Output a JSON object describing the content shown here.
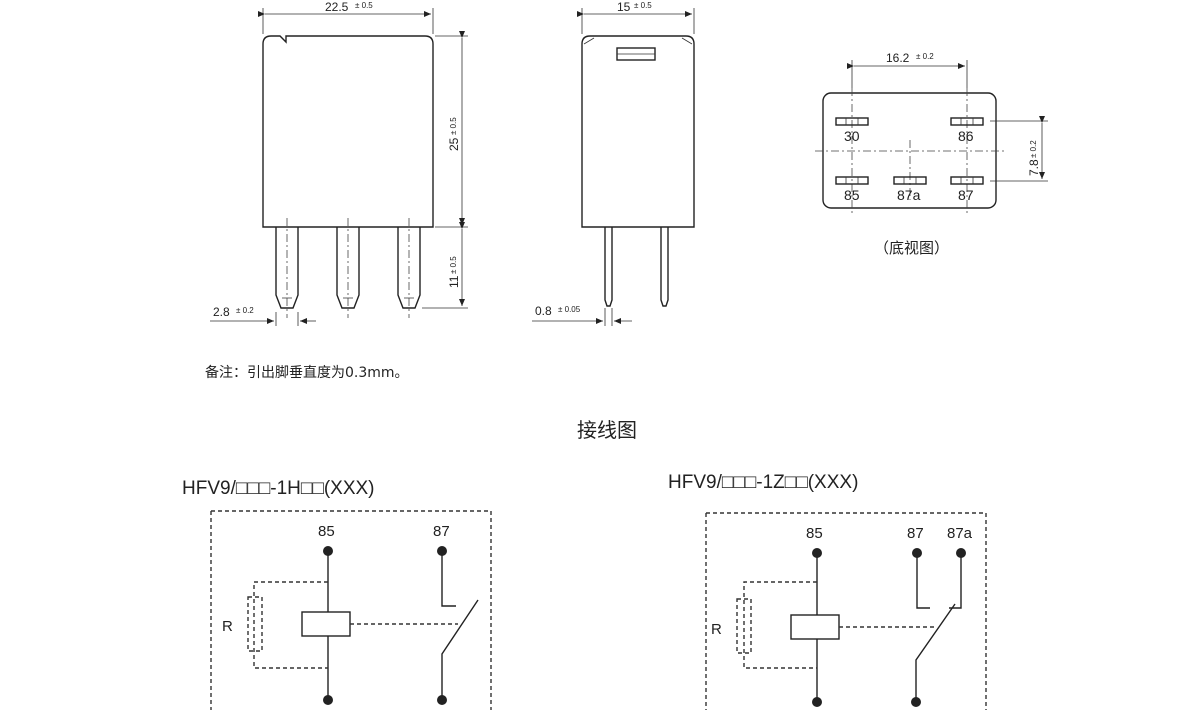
{
  "dimensions": {
    "width": "22.5",
    "width_tol": "± 0.5",
    "depth": "15",
    "depth_tol": "± 0.5",
    "height": "25",
    "height_tol": "± 0.5",
    "pin_length": "11",
    "pin_length_tol": "± 0.5",
    "pin_width": "2.8",
    "pin_width_tol": "± 0.2",
    "pin_thickness": "0.8",
    "pin_thickness_tol": "± 0.05",
    "pin_pitch_x": "16.2",
    "pin_pitch_x_tol": "± 0.2",
    "pin_pitch_y": "7.8",
    "pin_pitch_y_tol": "± 0.2"
  },
  "bottom_view": {
    "pins": [
      "30",
      "86",
      "85",
      "87a",
      "87"
    ],
    "caption": "（底视图）"
  },
  "note": "备注：引出脚垂直度为0.3mm。",
  "wiring_title": "接线图",
  "diagrams": [
    {
      "model": "HFV9/□□□-1H□□(XXX)",
      "terminals": [
        "85",
        "87"
      ],
      "resistor": "R"
    },
    {
      "model": "HFV9/□□□-1Z□□(XXX)",
      "terminals": [
        "85",
        "87",
        "87a"
      ],
      "resistor": "R"
    }
  ]
}
